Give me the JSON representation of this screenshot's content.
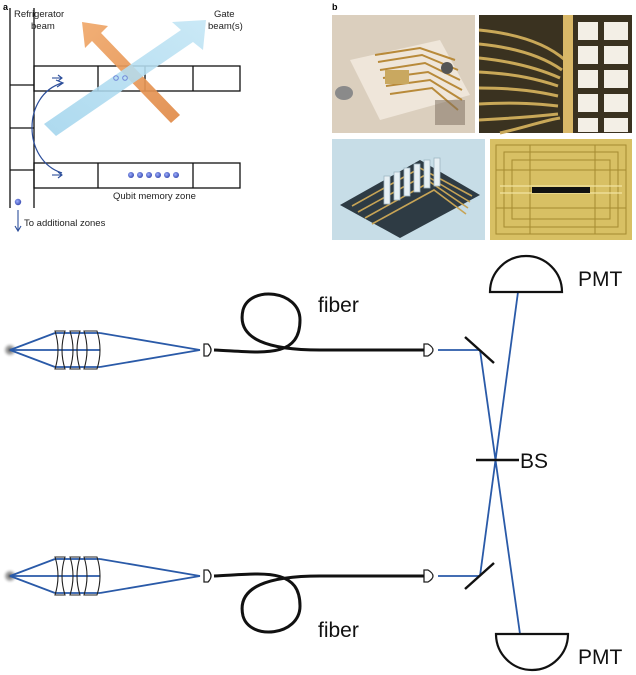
{
  "panel_a": {
    "label": "a",
    "refrigerator_beam": [
      "Refrigerator",
      "beam"
    ],
    "gate_beam": [
      "Gate",
      "beam(s)"
    ],
    "memory_zone": "Qubit memory zone",
    "additional_zones": "To additional zones"
  },
  "panel_b": {
    "label": "b",
    "photos": [
      "trap-chip-photo-1",
      "trap-chip-photo-2",
      "trap-chip-photo-3",
      "trap-chip-photo-4"
    ]
  },
  "setup": {
    "fiber_top": "fiber",
    "fiber_bottom": "fiber",
    "pmt_top": "PMT",
    "pmt_bottom": "PMT",
    "beam_splitter": "BS"
  },
  "colors": {
    "beam_blue": "#2a5aa8",
    "refrigerator_beam": "#e8995a",
    "gate_beam": "#a9d8ee",
    "ion_blue": "#4e64c8"
  }
}
